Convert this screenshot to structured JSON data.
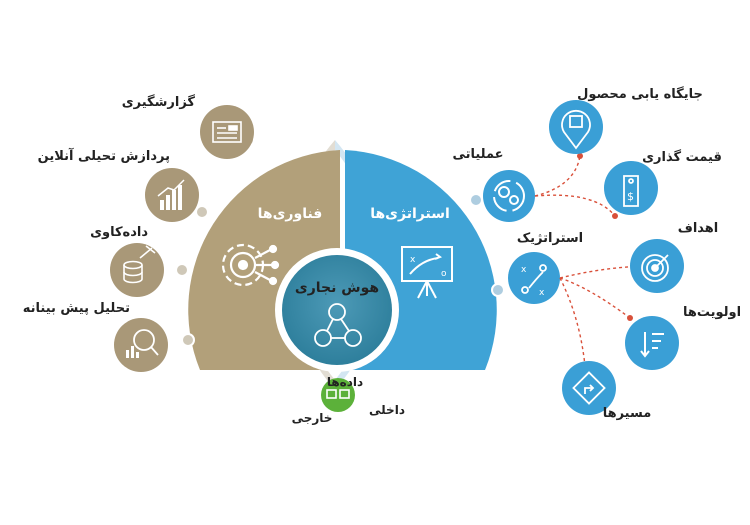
{
  "center": {
    "title": "هوش نجاری"
  },
  "left_half": {
    "title": "فناوری‌ها",
    "color": "#b2a07a"
  },
  "right_half": {
    "title": "استراتژی‌ها",
    "color": "#3fa3d6"
  },
  "data_node": {
    "title": "داده‌ها",
    "internal": "داخلی",
    "external": "خارجی",
    "color": "#5cb13a"
  },
  "left_items": [
    {
      "label": "گزارشگیری",
      "icon": "report-icon"
    },
    {
      "label": "پردازش تحیلی آنلاین",
      "icon": "bar-chart-icon"
    },
    {
      "label": "داده‌کاوی",
      "icon": "database-mining-icon"
    },
    {
      "label": "تحلیل پیش بینانه",
      "icon": "magnifier-chart-icon"
    }
  ],
  "strategy_items": [
    {
      "label": "عملیاتی",
      "icon": "gears-cycle-icon"
    },
    {
      "label": "استراتژیک",
      "icon": "tactics-icon"
    }
  ],
  "right_items": [
    {
      "label": "جایگاه یابی محصول",
      "icon": "location-box-icon"
    },
    {
      "label": "قیمت گذاری",
      "icon": "price-tag-icon"
    },
    {
      "label": "اهداف",
      "icon": "target-icon"
    },
    {
      "label": "اولویت‌ها",
      "icon": "priority-list-icon"
    },
    {
      "label": "مسیرها",
      "icon": "route-icon"
    }
  ],
  "colors": {
    "beige_circle": "#a99878",
    "blue_circle": "#3a9fd6",
    "connector_red": "#d9503a"
  }
}
